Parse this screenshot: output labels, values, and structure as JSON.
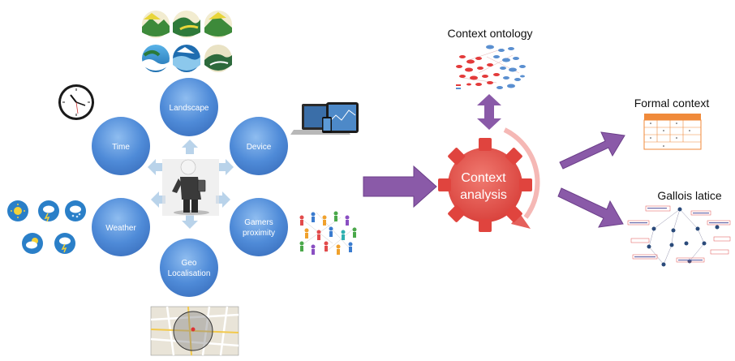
{
  "nodes": {
    "landscape": "Landscape",
    "time": "Time",
    "device": "Device",
    "weather": "Weather",
    "gamers_line1": "Gamers",
    "gamers_line2": "proximity",
    "geo_line1": "Geo",
    "geo_line2": "Localisation"
  },
  "analysis": {
    "line1": "Context",
    "line2": "analysis"
  },
  "outputs": {
    "ontology": "Context ontology",
    "formal": "Formal context",
    "gallois": "Gallois latice"
  },
  "colors": {
    "node_fill": "#4a86d4",
    "node_light": "#7fb0ea",
    "arrow_purple": "#8a5aa8",
    "gear_red": "#e0443e",
    "small_arrow": "#b9d3ea"
  },
  "icons": [
    "landscape-icons",
    "clock-icon",
    "tablet-laptop-icon",
    "weather-icons",
    "people-network-icon",
    "map-icon",
    "businessman-icon",
    "ontology-graph",
    "formal-context-table",
    "gallois-lattice-graph"
  ]
}
